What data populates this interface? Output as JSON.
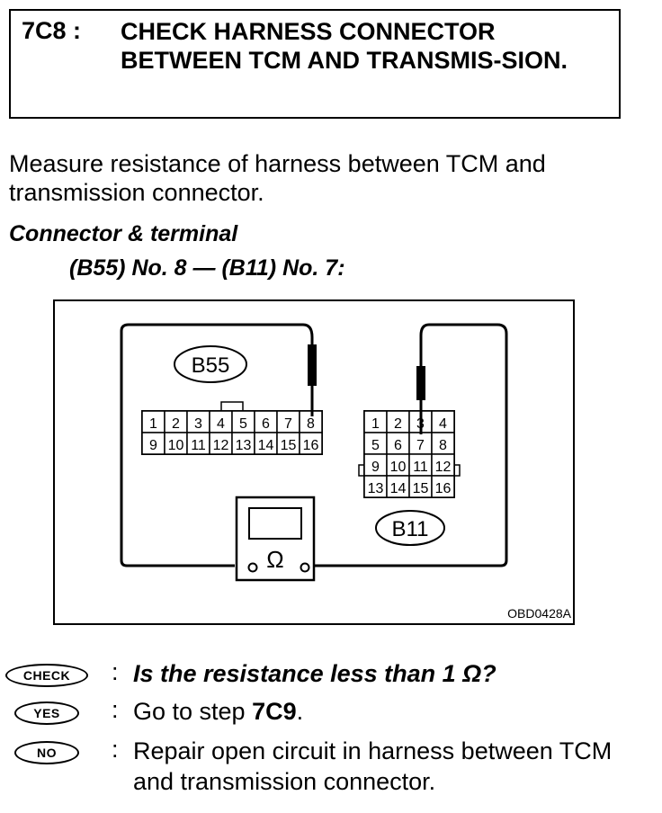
{
  "step": {
    "id": "7C8 :",
    "title": "CHECK HARNESS CONNECTOR BETWEEN TCM AND TRANSMIS-SION."
  },
  "intro": "Measure resistance of harness between TCM and transmission connector.",
  "connector": {
    "heading": "Connector & terminal",
    "terminal": "(B55) No. 8 — (B11) No. 7:"
  },
  "diagram": {
    "b55_label": "B55",
    "b11_label": "B11",
    "meter_symbol": "Ω",
    "figure_code": "OBD0428A",
    "b55_pins": [
      "1",
      "2",
      "3",
      "4",
      "5",
      "6",
      "7",
      "8",
      "9",
      "10",
      "11",
      "12",
      "13",
      "14",
      "15",
      "16"
    ],
    "b11_pins": [
      "1",
      "2",
      "3",
      "4",
      "5",
      "6",
      "7",
      "8",
      "9",
      "10",
      "11",
      "12",
      "13",
      "14",
      "15",
      "16"
    ]
  },
  "qa": {
    "check_badge": "CHECK",
    "check_text": "Is the resistance less than 1 Ω?",
    "yes_badge": "YES",
    "yes_prefix": "Go to step ",
    "yes_step": "7C9",
    "yes_suffix": ".",
    "no_badge": "NO",
    "no_text": "Repair open circuit in harness between TCM and transmission connector.",
    "colon": ":"
  }
}
